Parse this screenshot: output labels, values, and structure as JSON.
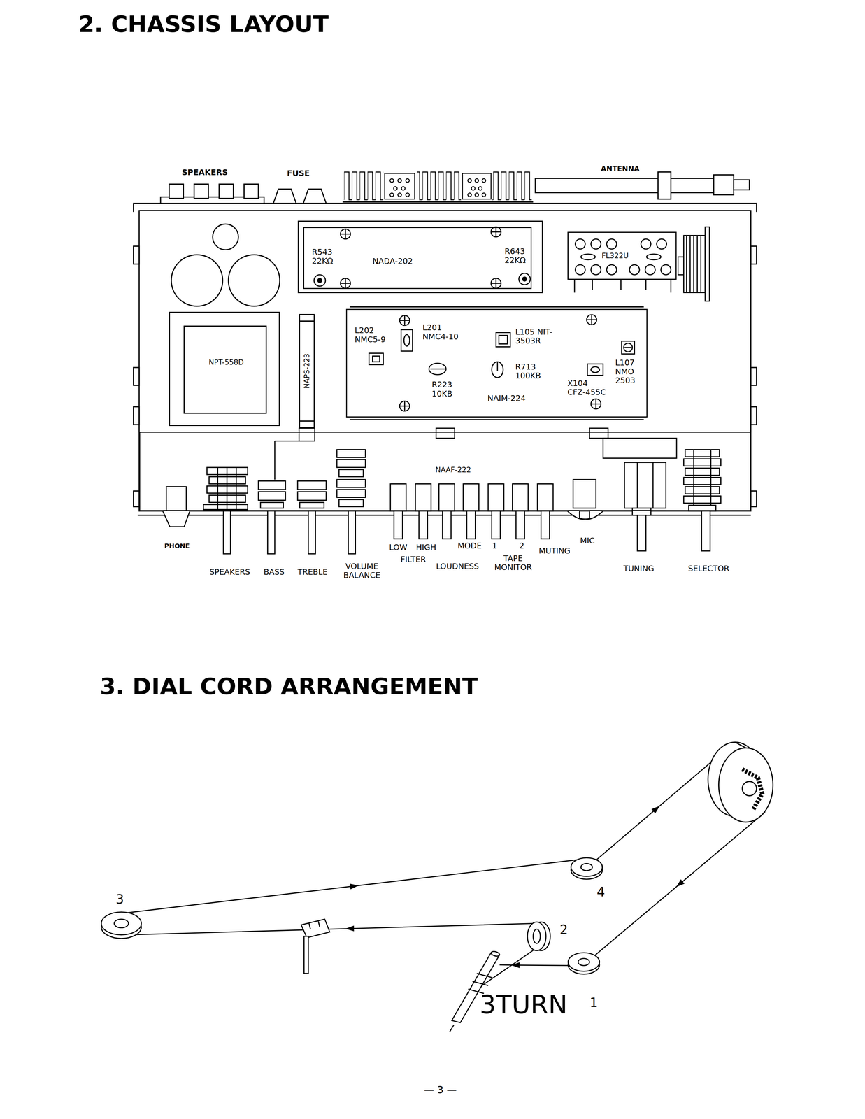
{
  "diagram": {
    "title": "2. CHASSIS LAYOUT",
    "nodes": [
      {
        "text": [
          "R543 22KΩ",
          "NADA-202",
          "R643 22KΩ"
        ]
      },
      {
        "text": [
          "FL322U"
        ]
      },
      {
        "text": [
          "NPT-558D"
        ]
      },
      {
        "text": [
          "NAPS-223"
        ]
      },
      {
        "text": [
          "L202 NMC5-9",
          "L201 NMC4-10",
          "L105 NIT-3503R",
          "R713 100KB",
          "R223 10KB",
          "NAIM-224",
          "X104 CFZ-455C",
          "L107 NMO 2503"
        ]
      },
      {
        "text": [
          "NAAF-222"
        ]
      }
    ],
    "labels": [
      "SPEAKERS",
      "FUSE",
      "ANTENNA",
      "PHONE",
      "SPEAKERS",
      "BASS",
      "TREBLE",
      "VOLUME BALANCE",
      "LOW",
      "HIGH",
      "FILTER",
      "MODE",
      "LOUDNESS",
      "1",
      "2",
      "TAPE MONITOR",
      "MUTING",
      "MIC",
      "TUNING",
      "SELECTOR",
      "3. DIAL CORD ARRANGEMENT",
      "3",
      "4",
      "2",
      "1",
      "3TURN",
      "— 3 —"
    ]
  }
}
